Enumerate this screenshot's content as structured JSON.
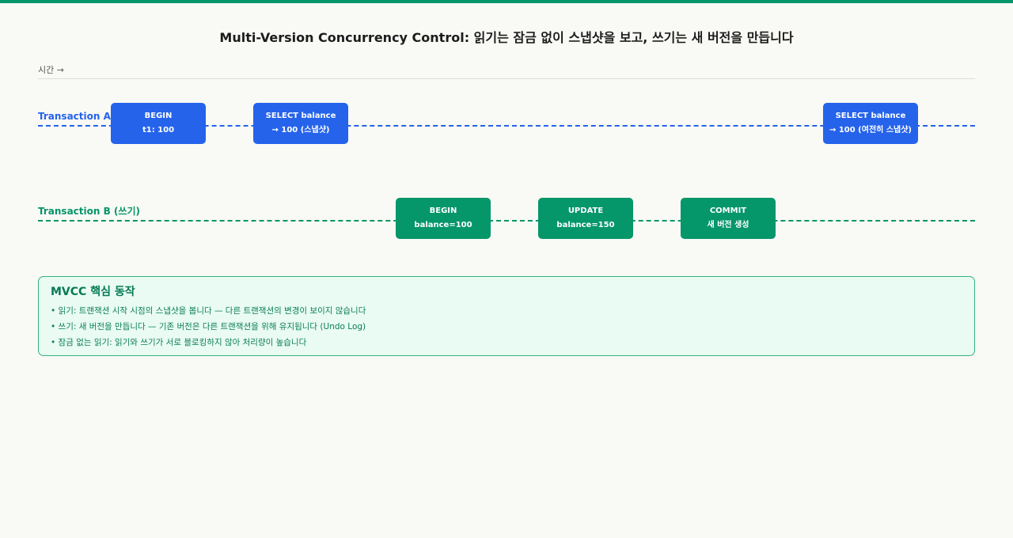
{
  "colors": {
    "accent_bar": "#059669",
    "transaction_a": "#2563eb",
    "transaction_b": "#059669",
    "info_border": "#34b382",
    "info_background": "#e9fbf2"
  },
  "title": "Multi-Version Concurrency Control: 읽기는 잠금 없이 스냅샷을 보고, 쓰기는 새 버전을 만듭니다",
  "timeline": {
    "axis_label": "시간 →"
  },
  "transaction_a": {
    "label": "Transaction A (읽",
    "events": [
      {
        "line1": "BEGIN",
        "line2": "t1: 100"
      },
      {
        "line1": "SELECT balance",
        "line2": "→ 100 (스냅샷)"
      },
      {
        "line1": "SELECT balance",
        "line2": "→ 100 (여전히 스냅샷)"
      }
    ]
  },
  "transaction_b": {
    "label": "Transaction B (쓰기)",
    "events": [
      {
        "line1": "BEGIN",
        "line2": "balance=100"
      },
      {
        "line1": "UPDATE",
        "line2": "balance=150"
      },
      {
        "line1": "COMMIT",
        "line2": "새 버전 생성"
      }
    ]
  },
  "info": {
    "title": "MVCC 핵심 동작",
    "items": [
      "• 읽기: 트랜잭션 시작 시점의 스냅샷을 봅니다 — 다른 트랜잭션의 변경이 보이지 않습니다",
      "• 쓰기: 새 버전을 만듭니다 — 기존 버전은 다른 트랜잭션을 위해 유지됩니다 (Undo Log)",
      "• 잠금 없는 읽기: 읽기와 쓰기가 서로 블로킹하지 않아 처리량이 높습니다"
    ]
  }
}
